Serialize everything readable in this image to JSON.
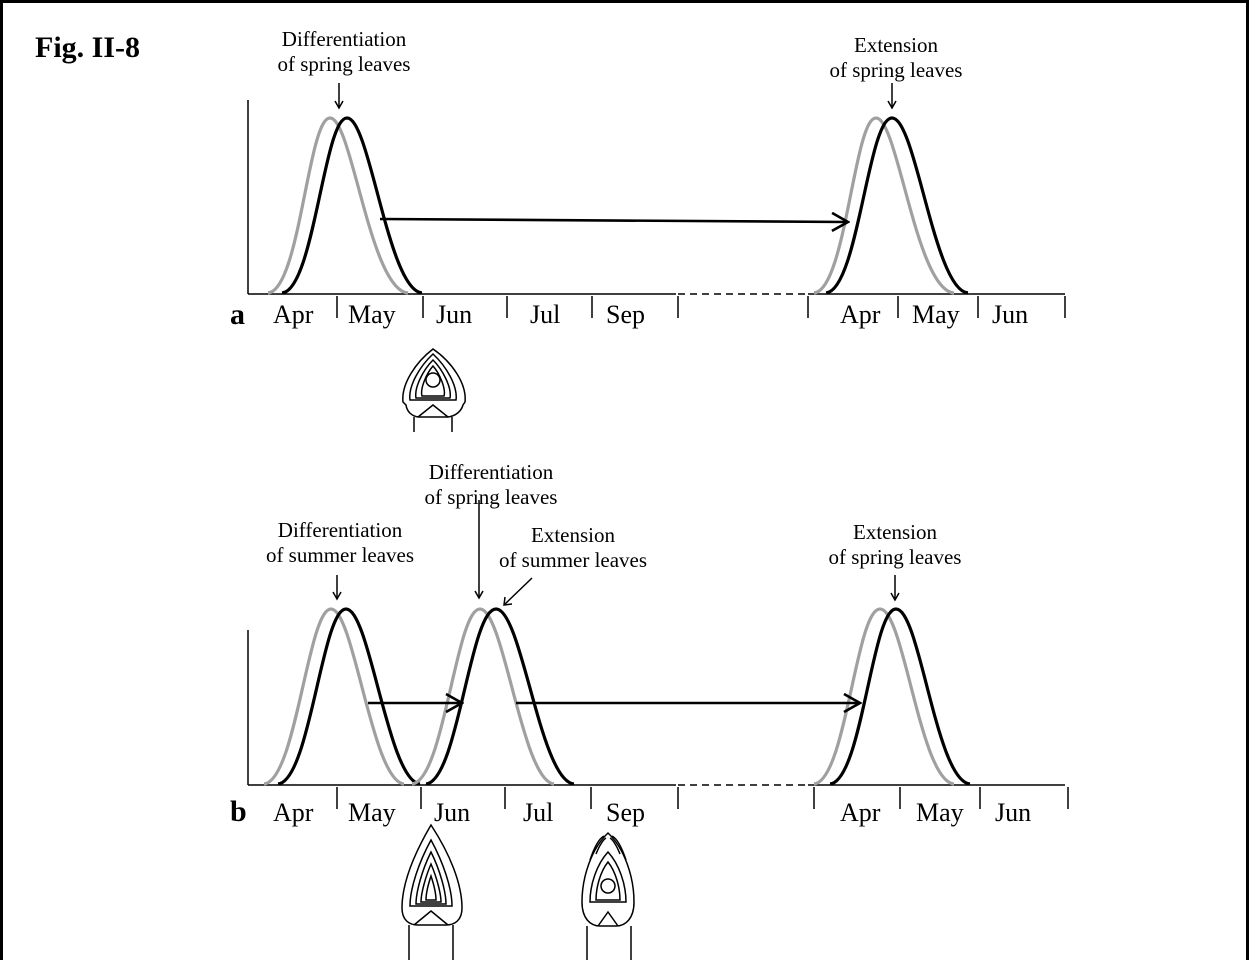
{
  "figure": {
    "title": "Fig. II-8",
    "colors": {
      "previous_curve": "#a0a0a0",
      "current_curve": "#000000"
    }
  },
  "panels": [
    {
      "letter": "a",
      "months": [
        "Apr",
        "May",
        "Jun",
        "Jul",
        "Sep",
        "Apr",
        "May",
        "Jun"
      ],
      "annotations": [
        {
          "line1": "Differentiation",
          "line2": "of spring leaves"
        },
        {
          "line1": "Extension",
          "line2": "of spring leaves"
        }
      ],
      "bud_icons": [
        "bud-icon"
      ]
    },
    {
      "letter": "b",
      "months": [
        "Apr",
        "May",
        "Jun",
        "Jul",
        "Sep",
        "Apr",
        "May",
        "Jun"
      ],
      "annotations": [
        {
          "line1": "Differentiation",
          "line2": "of summer leaves"
        },
        {
          "line1": "Differentiation",
          "line2": "of spring leaves"
        },
        {
          "line1": "Extension",
          "line2": "of summer leaves"
        },
        {
          "line1": "Extension",
          "line2": "of spring leaves"
        }
      ],
      "bud_icons": [
        "elongated-bud-icon",
        "bud-with-spring-leaves-icon"
      ]
    }
  ]
}
